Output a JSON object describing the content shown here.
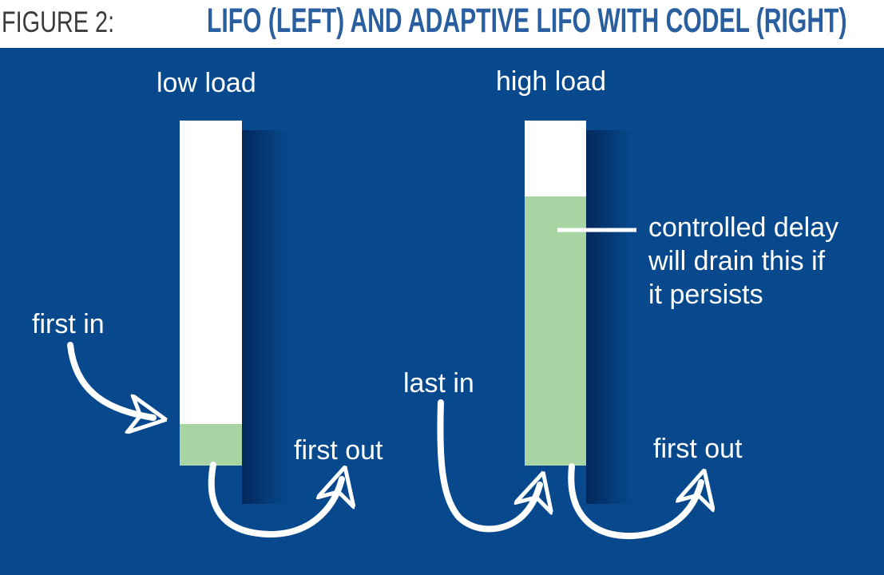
{
  "figure": {
    "label": "FIGURE 2:",
    "title": "LIFO (LEFT) AND ADAPTIVE LIFO WITH CODEL (RIGHT)"
  },
  "diagram": {
    "left_queue": {
      "load_label": "low load",
      "in_label": "first in",
      "out_label": "first out",
      "fill_percent": 12
    },
    "right_queue": {
      "load_label": "high load",
      "in_label": "last in",
      "out_label": "first out",
      "fill_percent": 78
    },
    "callout_text": "controlled delay\nwill drain this if\nit persists"
  },
  "colors": {
    "panel_bg": "#07498c",
    "queue_empty": "#ffffff",
    "queue_fill": "#a8d4a4",
    "shadow_dark": "#02275a",
    "title_accent": "#2a5f9f",
    "title_prefix": "#3b3b3b",
    "label_text": "#ffffff"
  }
}
